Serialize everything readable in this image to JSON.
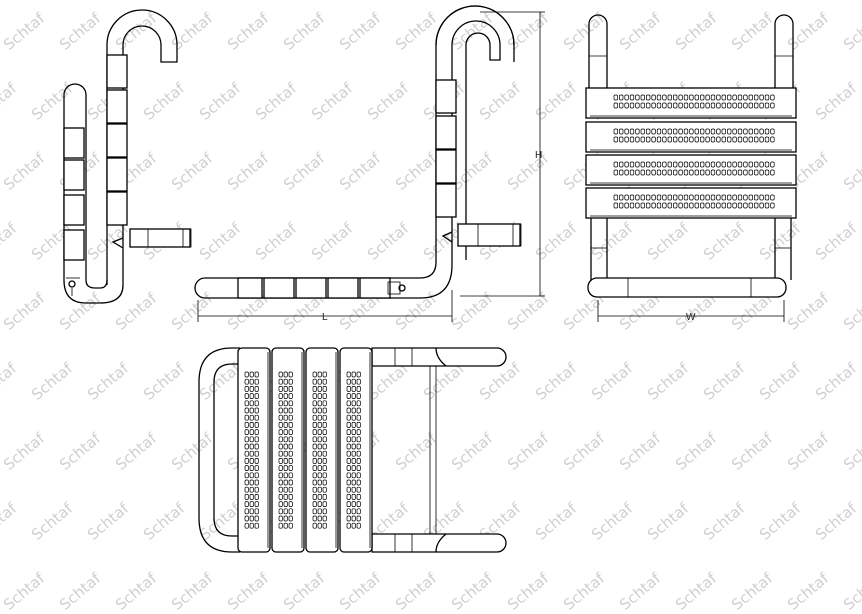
{
  "watermark": {
    "text": "Schtaf"
  },
  "dimensions": {
    "length": "L",
    "height": "H",
    "width": "W"
  }
}
